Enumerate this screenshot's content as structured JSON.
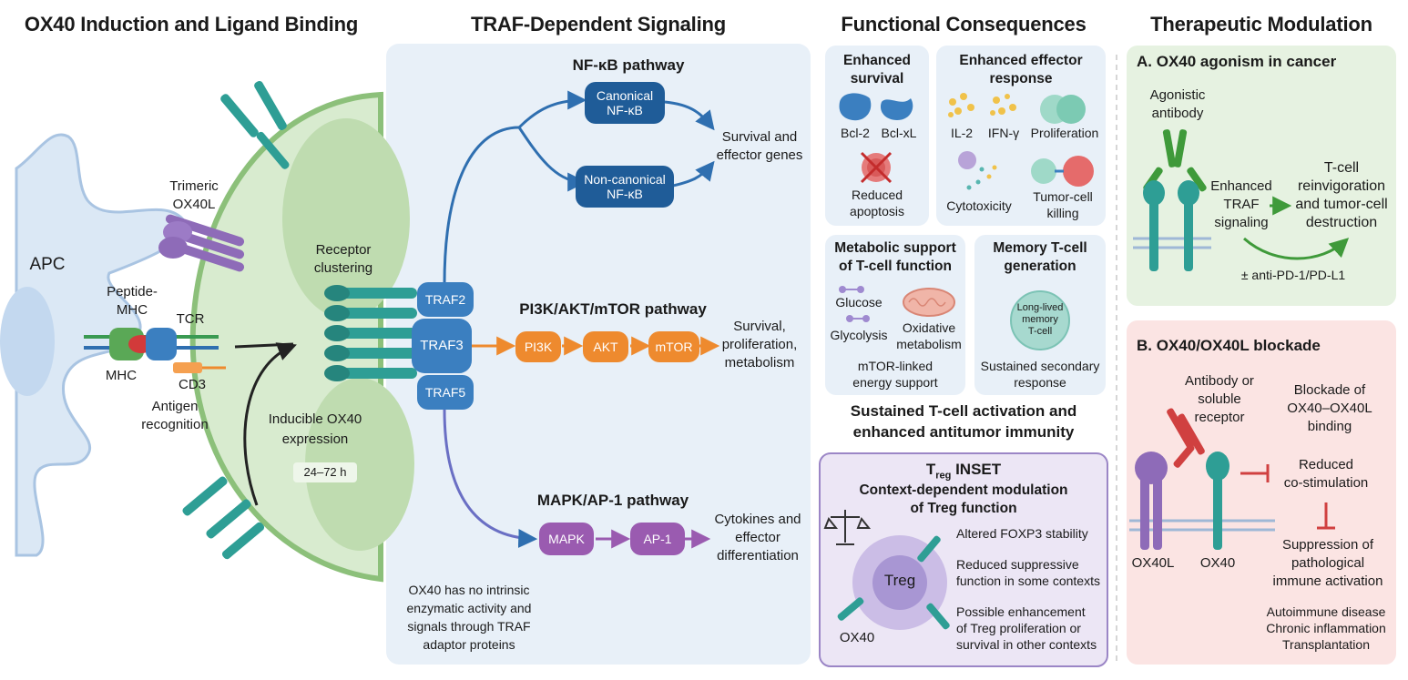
{
  "headers": {
    "col1": "OX40 Induction and Ligand Binding",
    "col2": "TRAF-Dependent Signaling",
    "col3": "Functional Consequences",
    "col4": "Therapeutic Modulation"
  },
  "induction": {
    "apc": "APC",
    "trimeric": "Trimeric",
    "ox40l": "OX40L",
    "peptide": "Peptide-",
    "mhc_line": "MHC",
    "tcr": "TCR",
    "mhc": "MHC",
    "cd3": "CD3",
    "antigen1": "Antigen",
    "antigen2": "recognition",
    "clustering1": "Receptor",
    "clustering2": "clustering",
    "inducible1": "Inducible OX40",
    "inducible2": "expression",
    "time": "24–72 h"
  },
  "signaling": {
    "nfkb_title": "NF-κB pathway",
    "canonical1": "Canonical",
    "canonical2": "NF-κB",
    "noncanonical1": "Non-canonical",
    "noncanonical2": "NF-κB",
    "nfkb_out1": "Survival and",
    "nfkb_out2": "effector genes",
    "traf2": "TRAF2",
    "traf3": "TRAF3",
    "traf5": "TRAF5",
    "pi3k_title": "PI3K/AKT/mTOR pathway",
    "pi3k": "PI3K",
    "akt": "AKT",
    "mtor": "mTOR",
    "pi3k_out1": "Survival,",
    "pi3k_out2": "proliferation,",
    "pi3k_out3": "metabolism",
    "mapk_title": "MAPK/AP-1 pathway",
    "mapk": "MAPK",
    "ap1": "AP-1",
    "mapk_out1": "Cytokines and",
    "mapk_out2": "effector",
    "mapk_out3": "differentiation",
    "note1": "OX40 has no intrinsic",
    "note2": "enzymatic activity and",
    "note3": "signals through TRAF",
    "note4": "adaptor proteins"
  },
  "consequences": {
    "survival_title1": "Enhanced",
    "survival_title2": "survival",
    "bcl2": "Bcl-2",
    "bclxl": "Bcl-xL",
    "reduced1": "Reduced",
    "reduced2": "apoptosis",
    "effector_title1": "Enhanced effector",
    "effector_title2": "response",
    "il2": "IL-2",
    "ifng": "IFN-γ",
    "proliferation": "Proliferation",
    "cytotoxicity": "Cytotoxicity",
    "tumor1": "Tumor-cell",
    "tumor2": "killing",
    "metabolic_title1": "Metabolic support",
    "metabolic_title2": "of T-cell function",
    "glucose": "Glucose",
    "glycolysis": "Glycolysis",
    "oxidative1": "Oxidative",
    "oxidative2": "metabolism",
    "mtor_linked1": "mTOR-linked",
    "mtor_linked2": "energy support",
    "memory_title1": "Memory T-cell",
    "memory_title2": "generation",
    "longlived1": "Long-lived",
    "longlived2": "memory",
    "longlived3": "T-cell",
    "sustained1": "Sustained secondary",
    "sustained2": "response",
    "summary1": "Sustained T-cell activation and",
    "summary2": "enhanced antitumor immunity",
    "treg_t": "T",
    "treg_sub": "reg",
    "treg_inset": " INSET",
    "treg_title1": "Context-dependent modulation",
    "treg_title2": "of Treg function",
    "treg_cell": "Treg",
    "ox40": "OX40",
    "foxp3": "Altered FOXP3 stability",
    "suppress1": "Reduced suppressive",
    "suppress2": "function in some contexts",
    "enhance1": "Possible enhancement",
    "enhance2": "of Treg proliferation or",
    "enhance3": "survival in other contexts"
  },
  "therapy": {
    "a_title": "A. OX40 agonism in cancer",
    "agonistic1": "Agonistic",
    "agonistic2": "antibody",
    "enhanced1": "Enhanced",
    "enhanced2": "TRAF",
    "enhanced3": "signaling",
    "reinv1": "T-cell",
    "reinv2": "reinvigoration",
    "reinv3": "and tumor-cell",
    "reinv4": "destruction",
    "pd1": "± anti-PD-1/PD-L1",
    "b_title": "B. OX40/OX40L blockade",
    "ab1": "Antibody or",
    "ab2": "soluble",
    "ab3": "receptor",
    "block1": "Blockade of",
    "block2": "OX40–OX40L",
    "block3": "binding",
    "costim1": "Reduced",
    "costim2": "co-stimulation",
    "supp1": "Suppression of",
    "supp2": "pathological",
    "supp3": "immune activation",
    "ox40l": "OX40L",
    "ox40": "OX40",
    "disease1": "Autoimmune disease",
    "disease2": "Chronic inflammation",
    "disease3": "Transplantation"
  },
  "colors": {
    "panel_blue": "#e8f0f8",
    "panel_green": "#e6f2e1",
    "panel_red": "#fbe4e3",
    "panel_purple": "#ece6f5",
    "traf_blue": "#3b7fc0",
    "nfkb_navy": "#1f5c98",
    "pi3k_orange": "#ee8a2e",
    "mapk_purple": "#9a5bb0",
    "ox40_teal": "#2e9e95",
    "ox40l_purple": "#8e6bb8",
    "block_red": "#d04040"
  }
}
